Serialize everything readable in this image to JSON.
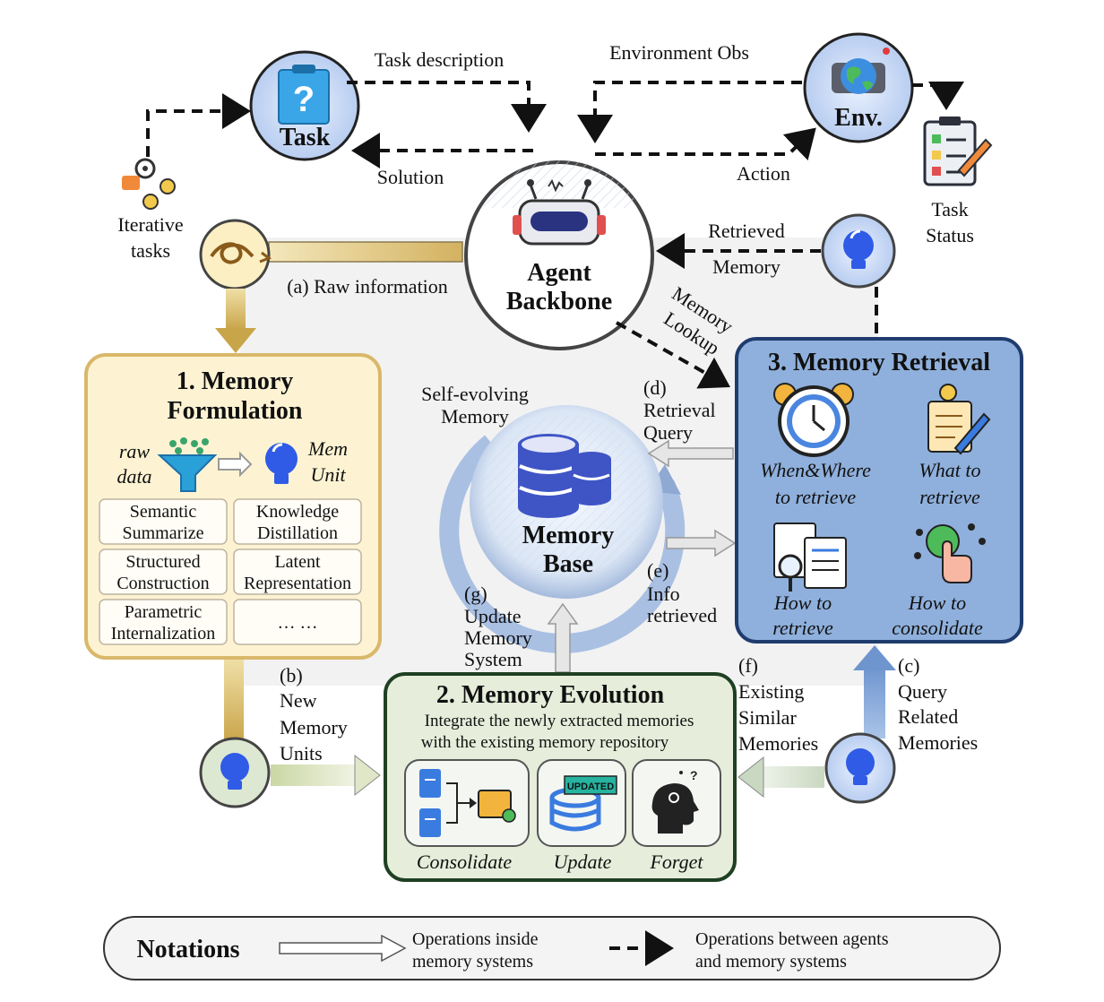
{
  "top": {
    "task_description": "Task description",
    "environment_obs": "Environment Obs",
    "task_label": "Task",
    "env_label": "Env.",
    "solution": "Solution",
    "action": "Action",
    "iterative_tasks": [
      "Iterative",
      "tasks"
    ],
    "task_status": [
      "Task",
      "Status"
    ],
    "retrieved_memory": [
      "Retrieved",
      "Memory"
    ],
    "memory_lookup": [
      "Memory",
      "Lookup"
    ]
  },
  "agent": {
    "lines": [
      "Agent",
      "Backbone"
    ]
  },
  "raw_information": "(a) Raw information",
  "formulation": {
    "title": [
      "1. Memory",
      "Formulation"
    ],
    "raw_data": [
      "raw",
      "data"
    ],
    "mem_unit": [
      "Mem",
      "Unit"
    ],
    "cells": [
      [
        "Semantic",
        "Summarize"
      ],
      [
        "Knowledge",
        "Distillation"
      ],
      [
        "Structured",
        "Construction"
      ],
      [
        "Latent",
        "Representation"
      ],
      [
        "Parametric",
        "Internalization"
      ],
      [
        "… …",
        ""
      ]
    ]
  },
  "memory_base": {
    "self_evolving": [
      "Self-evolving",
      "Memory"
    ],
    "title": [
      "Memory",
      "Base"
    ]
  },
  "edges": {
    "d": [
      "(d)",
      "Retrieval",
      "Query"
    ],
    "e": [
      "(e)",
      "Info",
      "retrieved"
    ],
    "g": [
      "(g)",
      "Update",
      "Memory",
      "System"
    ],
    "b": [
      "(b)",
      "New",
      "Memory",
      "Units"
    ],
    "f": [
      "(f)",
      "Existing",
      "Similar",
      "Memories"
    ],
    "c": [
      "(c)",
      "Query",
      "Related",
      "Memories"
    ]
  },
  "retrieval": {
    "title": "3. Memory Retrieval",
    "items": [
      [
        "When&Where",
        "to retrieve"
      ],
      [
        "What to",
        "retrieve"
      ],
      [
        "How to",
        "retrieve"
      ],
      [
        "How to",
        "consolidate"
      ]
    ]
  },
  "evolution": {
    "title": "2. Memory Evolution",
    "subtitle": [
      "Integrate the newly extracted memories",
      "with the existing memory repository"
    ],
    "items": [
      "Consolidate",
      "Update",
      "Forget"
    ],
    "updated_tag": "UPDATED"
  },
  "notations": {
    "title": "Notations",
    "inside": [
      "Operations inside",
      "memory systems"
    ],
    "between": [
      "Operations between agents",
      "and memory systems"
    ]
  },
  "colors": {
    "formulation_fill": "#fdf3d3",
    "formulation_border": "#d9b86a",
    "retrieval_fill": "#8fb0dc",
    "retrieval_border": "#1f3c6e",
    "evolution_fill": "#e6eedb",
    "evolution_border": "#1f4022",
    "bulb": "#2f5be6"
  }
}
